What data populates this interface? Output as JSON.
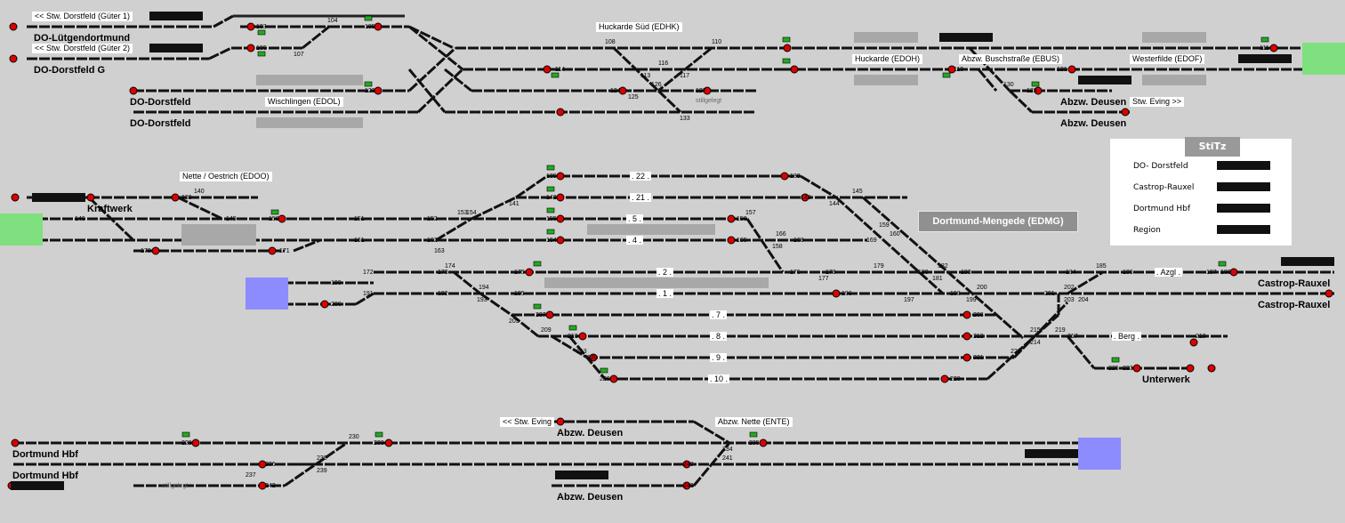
{
  "areas": {
    "dorstfeld_gueter_1": "<< Stw. Dorstfeld (Güter 1)",
    "dorstfeld_gueter_2": "<< Stw. Dorstfeld (Güter 2)",
    "lutgendortmund": "DO-Lütgendortmund",
    "dorstfeld_g": "DO-Dorstfeld G",
    "dorstfeld_a": "DO-Dorstfeld",
    "dorstfeld_b": "DO-Dorstfeld",
    "wischlingen": "Wischlingen (EDOL)",
    "huckarde_sued": "Huckarde Süd (EDHK)",
    "huckarde": "Huckarde (EDOH)",
    "buschstrasse": "Abzw. Buschstraße (EBUS)",
    "westerfilde": "Westerfilde (EDOF)",
    "stillgelegt_top": "stillgelegt",
    "abzw_deusen_1": "Abzw. Deusen",
    "abzw_deusen_2": "Abzw. Deusen",
    "stw_eving_top": "Stw. Eving >>",
    "nette_oestrich": "Nette / Oestrich (EDOO)",
    "kraftwerk": "Kraftwerk",
    "mengede": "Dortmund-Mengede (EDMG)",
    "castrop_1": "Castrop-Rauxel",
    "castrop_2": "Castrop-Rauxel",
    "unterwerk": "Unterwerk",
    "stw_eving_bottom": "<< Stw. Eving",
    "abzw_deusen_3": "Abzw. Deusen",
    "abzw_nette": "Abzw. Nette (ENTE)",
    "dortmund_hbf_1": "Dortmund Hbf",
    "dortmund_hbf_2": "Dortmund Hbf",
    "stillgelegt_bottom": "stillgelegt",
    "abzw_deusen_4": "Abzw. Deusen"
  },
  "platform_tracks": {
    "t22": ". 22 .",
    "t21": ". 21 .",
    "t5": ". 5 .",
    "t4": ". 4 .",
    "t2": ". 2 .",
    "t1": ". 1 .",
    "t7": ". 7 .",
    "t8": ". 8 .",
    "t9": ". 9 .",
    "t10": ". 10 .",
    "azgl": ". Azgl .",
    "berg": ". Berg ."
  },
  "stitz": {
    "title": "StiTz",
    "rows": [
      "DO- Dorstfeld",
      "Castrop-Rauxel",
      "Dortmund Hbf",
      "Region"
    ]
  },
  "signal_numbers": [
    "103",
    "104",
    "105",
    "106",
    "107",
    "108",
    "110",
    "111",
    "113",
    "114",
    "116",
    "117",
    "119",
    "121",
    "123",
    "124",
    "125",
    "126",
    "127",
    "128",
    "130",
    "133",
    "135",
    "138",
    "139",
    "140",
    "141",
    "142",
    "143",
    "144",
    "145",
    "146",
    "149",
    "150",
    "151",
    "152",
    "153",
    "154",
    "155",
    "156",
    "157",
    "158",
    "159",
    "160",
    "161",
    "162",
    "163",
    "164",
    "165",
    "166",
    "168",
    "169",
    "170",
    "171",
    "172",
    "173",
    "174",
    "175",
    "176",
    "177",
    "178",
    "179",
    "180",
    "181",
    "182",
    "183",
    "184",
    "185",
    "186",
    "187",
    "188",
    "190",
    "191",
    "192",
    "193",
    "194",
    "195",
    "196",
    "197",
    "198",
    "199",
    "200",
    "201",
    "202",
    "203",
    "204",
    "205",
    "206",
    "207",
    "208",
    "209",
    "210",
    "212",
    "213",
    "214",
    "215",
    "217",
    "218",
    "219",
    "220",
    "221",
    "222",
    "223",
    "225",
    "226",
    "228",
    "229",
    "230",
    "233",
    "234",
    "235",
    "236",
    "237",
    "238",
    "239",
    "240",
    "241",
    "242",
    "243",
    "244",
    "246"
  ],
  "colors": {
    "background": "#d0d0d0",
    "track": "#111111",
    "signal_red": "#dd0000",
    "signal_green": "#22aa22",
    "border_area_green": "#7fe07f",
    "border_area_blue": "#8c8cff"
  }
}
